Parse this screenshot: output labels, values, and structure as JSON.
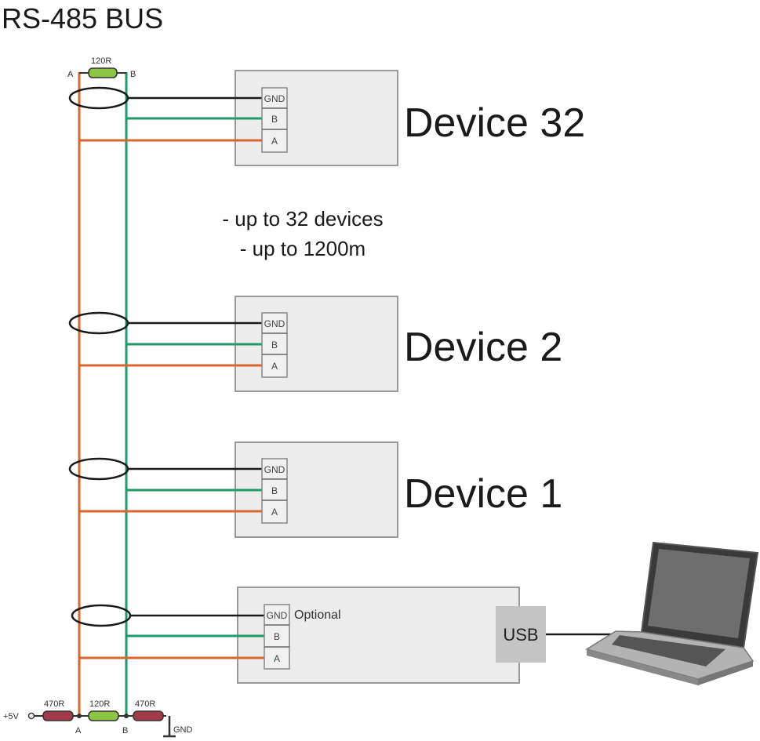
{
  "title": "RS-485 BUS",
  "colors": {
    "wire_a": "#d9662e",
    "wire_b": "#1f9a6a",
    "wire_gnd": "#1a1a1a",
    "resistor_terminator": "#8cc444",
    "resistor_bias": "#a33a4a",
    "device_fill": "#ececec",
    "device_border": "#9a9a9a",
    "usb_fill": "#c4c4c4"
  },
  "top_termination": {
    "resistor_label": "120R",
    "label_a": "A",
    "label_b": "B"
  },
  "notes": [
    "- up to 32 devices",
    "- up to 1200m"
  ],
  "devices": [
    {
      "label": "Device 32",
      "terminals": [
        "GND",
        "B",
        "A"
      ]
    },
    {
      "label": "Device 2",
      "terminals": [
        "GND",
        "B",
        "A"
      ]
    },
    {
      "label": "Device 1",
      "terminals": [
        "GND",
        "B",
        "A"
      ]
    }
  ],
  "converter": {
    "terminals": [
      "GND",
      "B",
      "A"
    ],
    "gnd_note": "Optional",
    "usb_label": "USB"
  },
  "laptop": {
    "name": "laptop"
  },
  "bottom_bias": {
    "supply_label": "+5V",
    "resistors": [
      "470R",
      "120R",
      "470R"
    ],
    "label_a": "A",
    "label_b": "B",
    "gnd_label": "GND"
  }
}
